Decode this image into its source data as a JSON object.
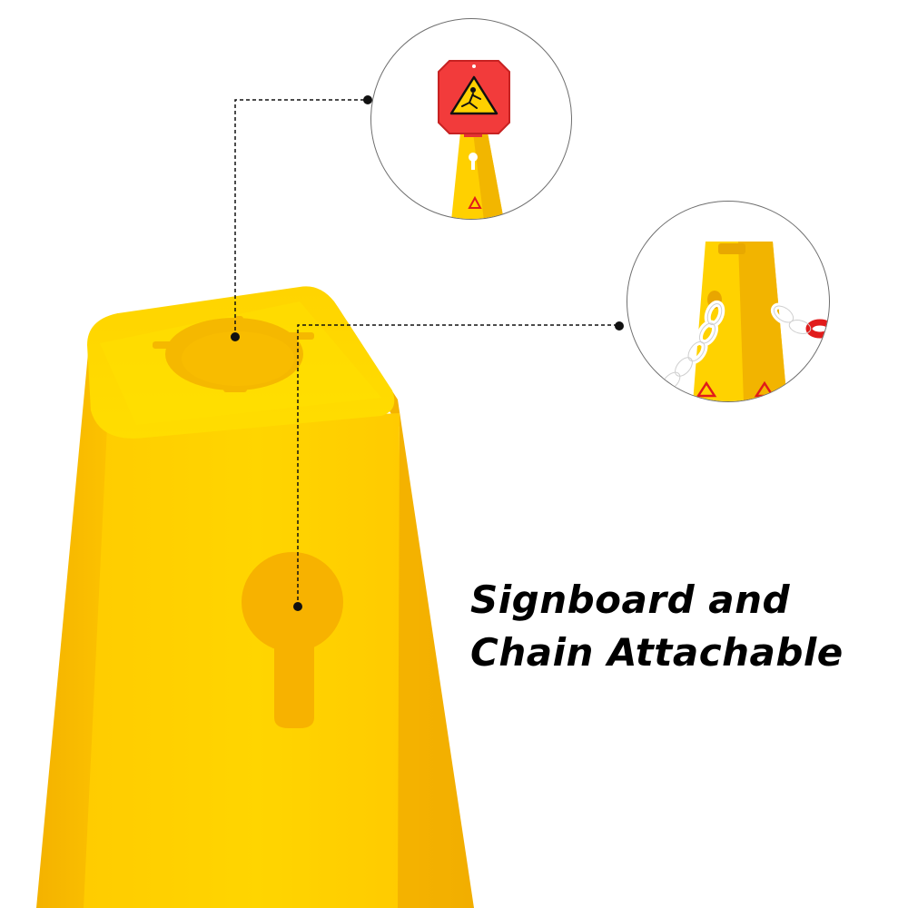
{
  "headline": {
    "line1": "Signboard and",
    "line2": "Chain Attachable"
  },
  "colors": {
    "cone_yellow": "#FFD000",
    "cone_shadow": "#F2B400",
    "sign_red": "#F23B3B",
    "chain_white": "#FFFFFF",
    "chain_red": "#E11B1B",
    "callout_line": "#111111",
    "background": "#FFFFFF"
  },
  "callouts": [
    {
      "name": "signboard-top-hole",
      "icon": "warning-sign-icon"
    },
    {
      "name": "side-chain-slot",
      "icon": "chain-icon"
    }
  ]
}
